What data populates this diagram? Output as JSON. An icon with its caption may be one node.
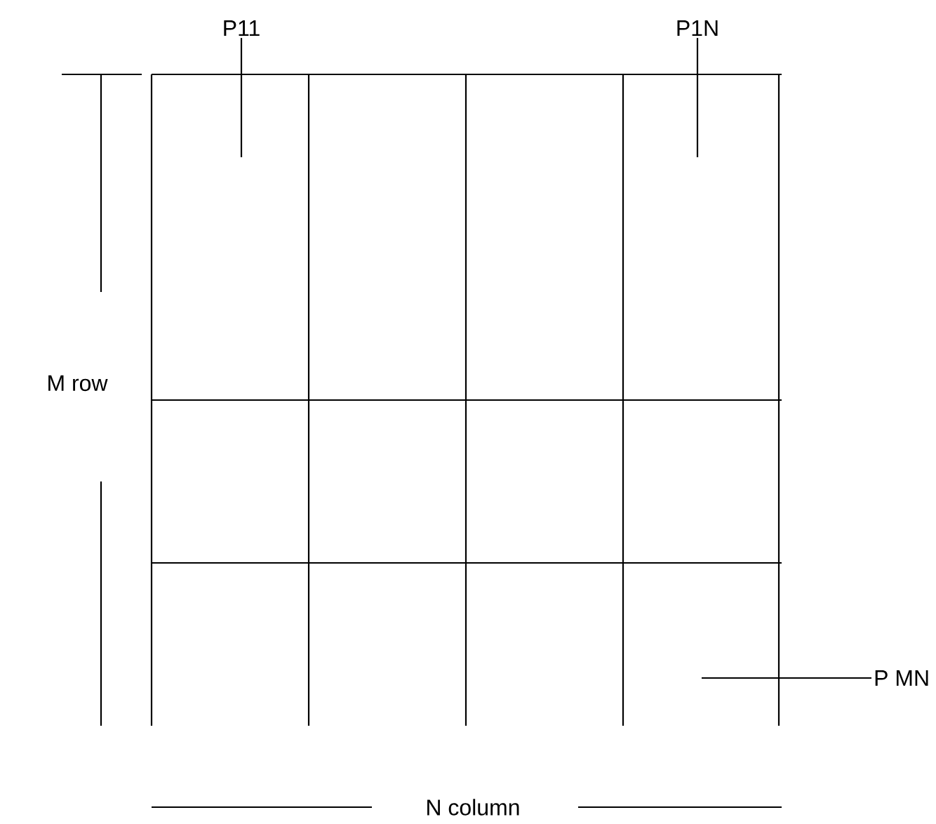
{
  "diagram": {
    "nodes": [
      {
        "text": [
          "P11"
        ]
      },
      {
        "text": [
          "P1N"
        ]
      },
      {
        "text": [
          "P MN"
        ]
      }
    ],
    "edges": [
      {
        "from": 0,
        "to": null,
        "arrow": "none"
      },
      {
        "from": 1,
        "to": null,
        "arrow": "none"
      },
      {
        "from": 2,
        "to": null,
        "arrow": "none"
      }
    ],
    "labels": [
      "M row",
      "N column"
    ]
  }
}
